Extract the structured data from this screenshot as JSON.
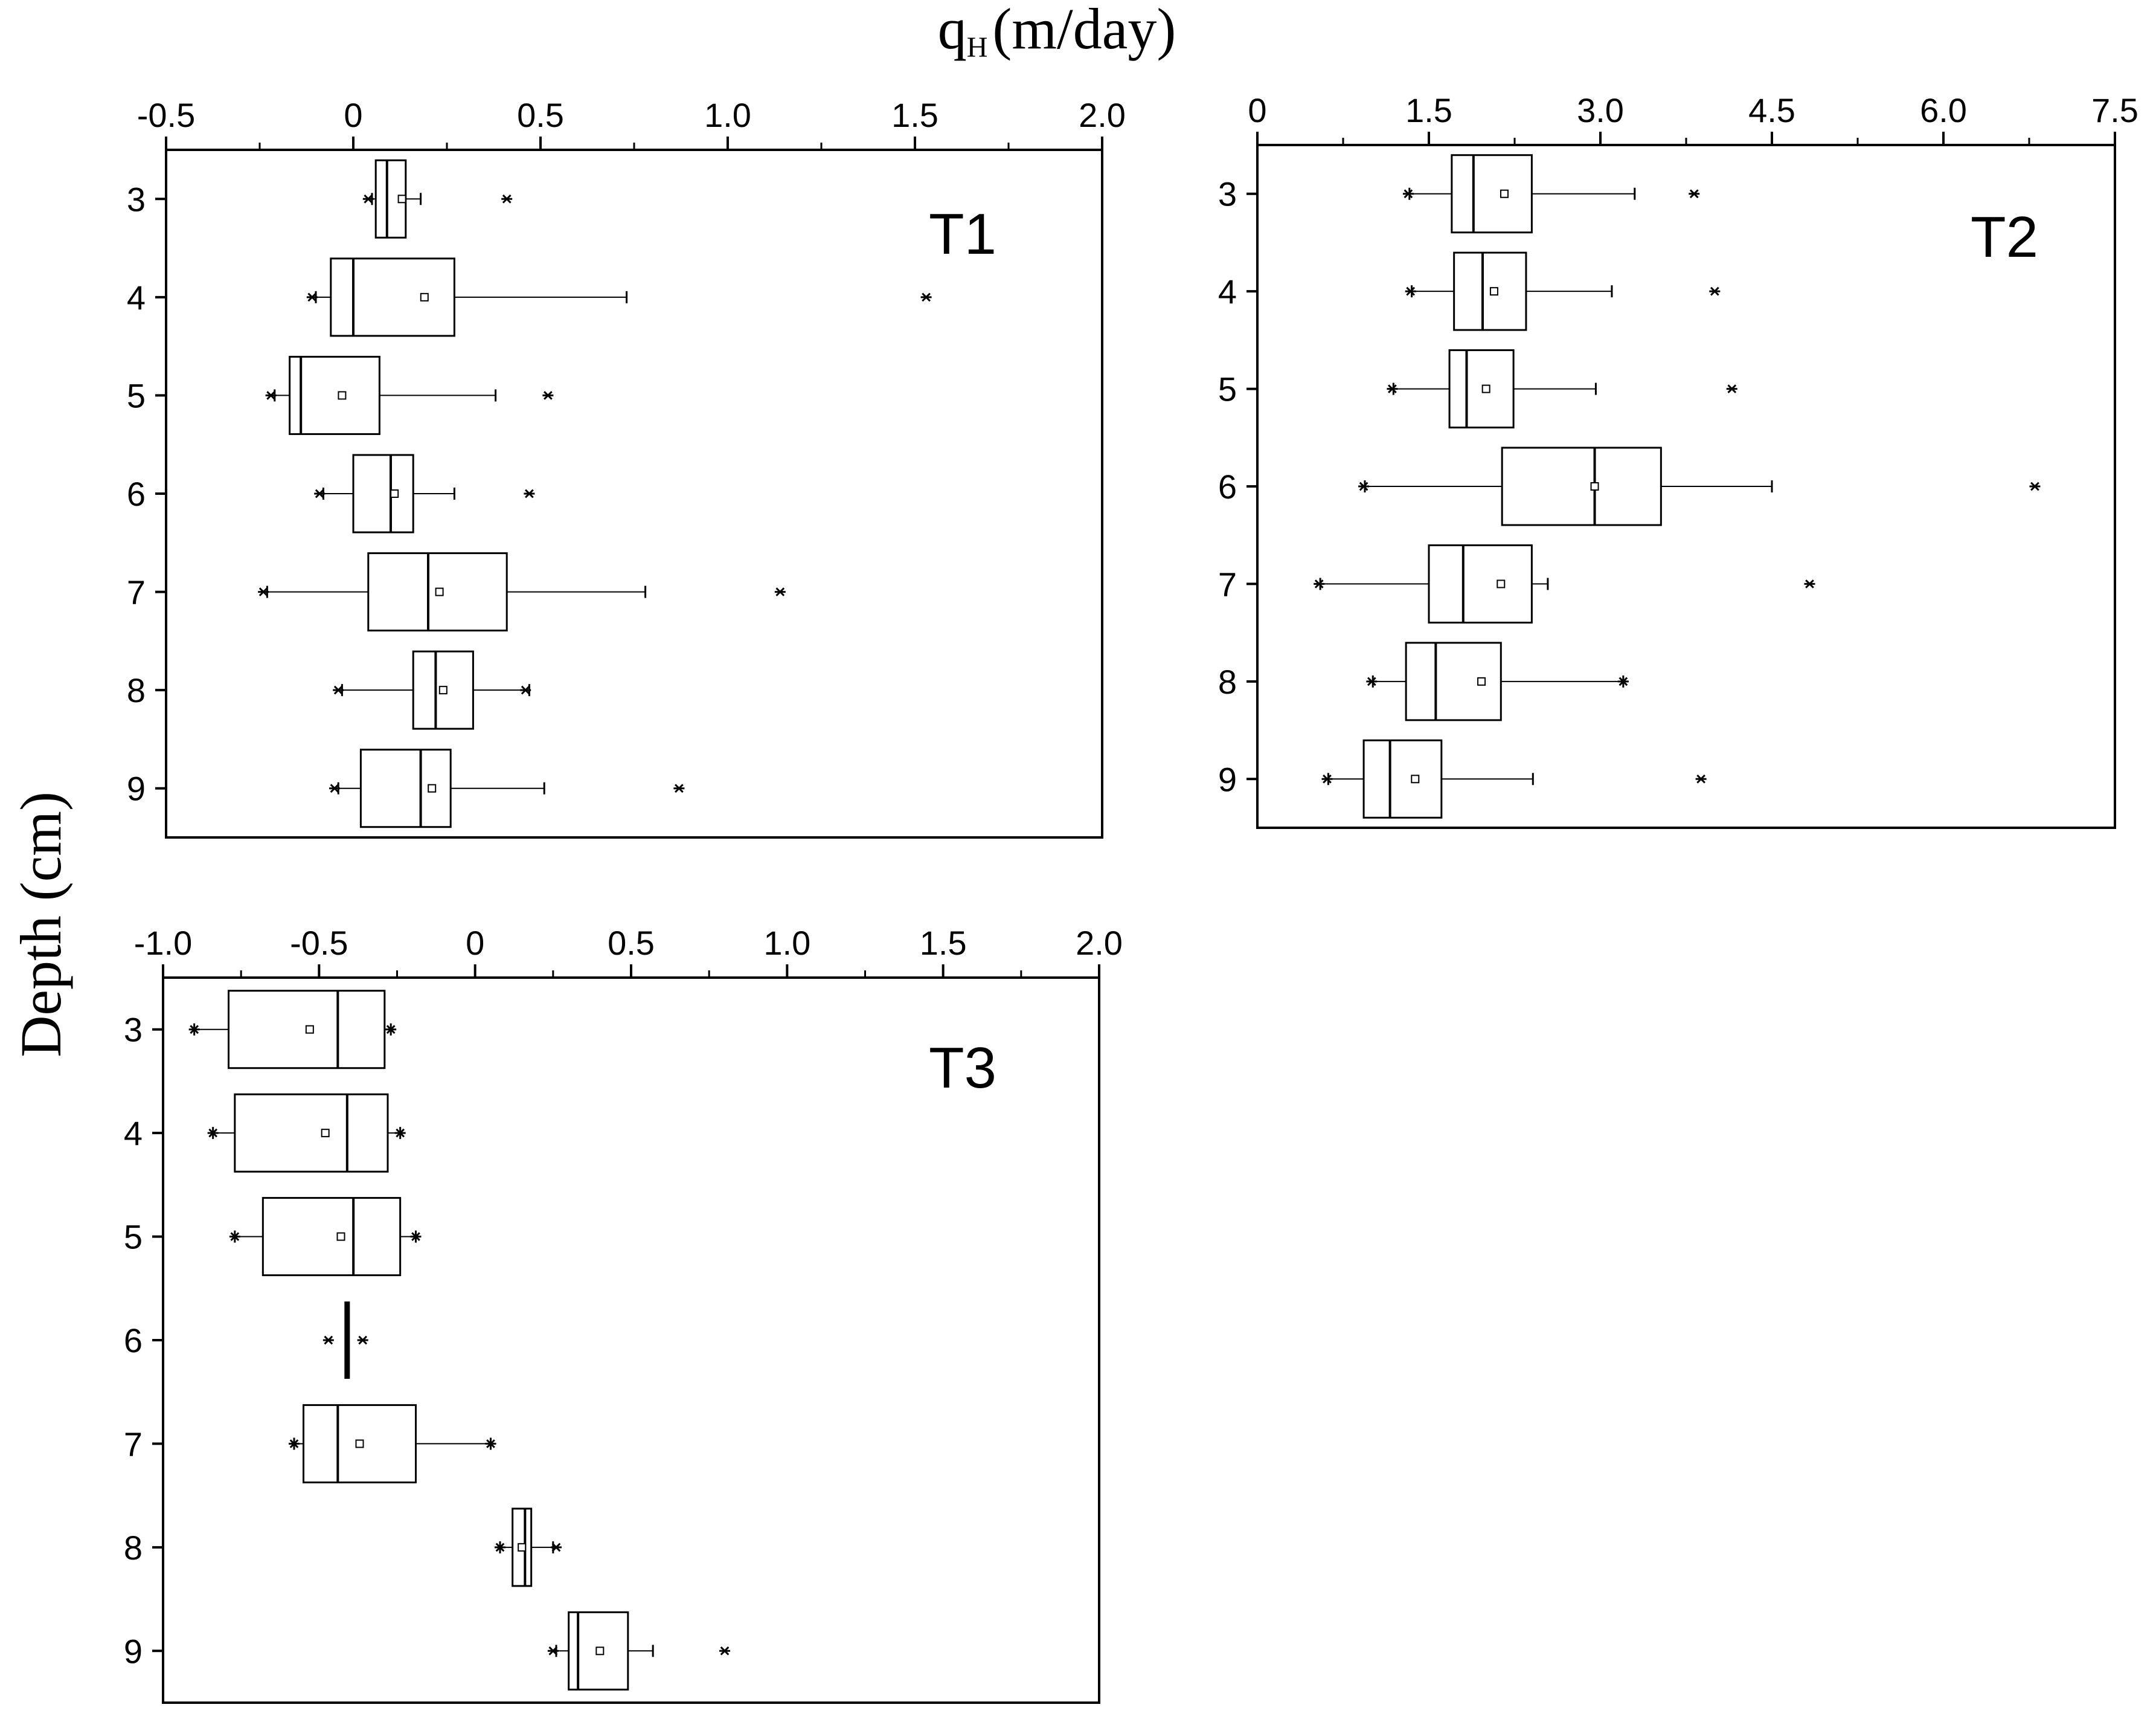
{
  "figure": {
    "xlabel_main": "q",
    "xlabel_sub": "H",
    "xlabel_unit": "(m/day)",
    "ylabel": "Depth (cm)"
  },
  "chart_data": [
    {
      "type": "box",
      "title": "T1",
      "xlabel": "q_H (m/day)",
      "ylabel": "Depth (cm)",
      "orientation": "horizontal",
      "x_range": [
        -0.5,
        2.0
      ],
      "x_ticks": [
        -0.5,
        0,
        0.5,
        1.0,
        1.5,
        2.0
      ],
      "x_tick_labels": [
        "-0.5",
        "0",
        "0.5",
        "1.0",
        "1.5",
        "2.0"
      ],
      "y_range": [
        2.5,
        9.5
      ],
      "categories": [
        "3",
        "4",
        "5",
        "6",
        "7",
        "8",
        "9"
      ],
      "boxes": [
        {
          "depth": 3,
          "whisker_low": 0.05,
          "q1": 0.06,
          "median": 0.09,
          "q3": 0.14,
          "whisker_high": 0.18,
          "mean": 0.13,
          "min_marker": 0.04,
          "max_marker": 0.41
        },
        {
          "depth": 4,
          "whisker_low": -0.1,
          "q1": -0.06,
          "median": 0.0,
          "q3": 0.27,
          "whisker_high": 0.73,
          "mean": 0.19,
          "min_marker": -0.11,
          "max_marker": 1.53
        },
        {
          "depth": 5,
          "whisker_low": -0.21,
          "q1": -0.17,
          "median": -0.14,
          "q3": 0.07,
          "whisker_high": 0.38,
          "mean": -0.03,
          "min_marker": -0.22,
          "max_marker": 0.52
        },
        {
          "depth": 6,
          "whisker_low": -0.08,
          "q1": 0.0,
          "median": 0.1,
          "q3": 0.16,
          "whisker_high": 0.27,
          "mean": 0.11,
          "min_marker": -0.09,
          "max_marker": 0.47
        },
        {
          "depth": 7,
          "whisker_low": -0.23,
          "q1": 0.04,
          "median": 0.2,
          "q3": 0.41,
          "whisker_high": 0.78,
          "mean": 0.23,
          "min_marker": -0.24,
          "max_marker": 1.14
        },
        {
          "depth": 8,
          "whisker_low": -0.03,
          "q1": 0.16,
          "median": 0.22,
          "q3": 0.32,
          "whisker_high": 0.47,
          "mean": 0.24,
          "min_marker": -0.04,
          "max_marker": 0.46
        },
        {
          "depth": 9,
          "whisker_low": -0.04,
          "q1": 0.02,
          "median": 0.18,
          "q3": 0.26,
          "whisker_high": 0.51,
          "mean": 0.21,
          "min_marker": -0.05,
          "max_marker": 0.87
        }
      ]
    },
    {
      "type": "box",
      "title": "T2",
      "xlabel": "q_H (m/day)",
      "ylabel": "Depth (cm)",
      "orientation": "horizontal",
      "x_range": [
        0,
        7.5
      ],
      "x_ticks": [
        0,
        1.5,
        3.0,
        4.5,
        6.0,
        7.5
      ],
      "x_tick_labels": [
        "0",
        "1.5",
        "3.0",
        "4.5",
        "6.0",
        "7.5"
      ],
      "y_range": [
        2.5,
        9.5
      ],
      "categories": [
        "3",
        "4",
        "5",
        "6",
        "7",
        "8",
        "9"
      ],
      "boxes": [
        {
          "depth": 3,
          "whisker_low": 1.33,
          "q1": 1.7,
          "median": 1.89,
          "q3": 2.4,
          "whisker_high": 3.3,
          "mean": 2.16,
          "min_marker": 1.32,
          "max_marker": 3.82
        },
        {
          "depth": 4,
          "whisker_low": 1.35,
          "q1": 1.72,
          "median": 1.97,
          "q3": 2.35,
          "whisker_high": 3.1,
          "mean": 2.07,
          "min_marker": 1.34,
          "max_marker": 4.0
        },
        {
          "depth": 5,
          "whisker_low": 1.19,
          "q1": 1.68,
          "median": 1.83,
          "q3": 2.24,
          "whisker_high": 2.96,
          "mean": 2.0,
          "min_marker": 1.18,
          "max_marker": 4.15
        },
        {
          "depth": 6,
          "whisker_low": 0.94,
          "q1": 2.14,
          "median": 2.95,
          "q3": 3.53,
          "whisker_high": 4.5,
          "mean": 2.95,
          "min_marker": 0.93,
          "max_marker": 6.8
        },
        {
          "depth": 7,
          "whisker_low": 0.55,
          "q1": 1.5,
          "median": 1.8,
          "q3": 2.4,
          "whisker_high": 2.54,
          "mean": 2.13,
          "min_marker": 0.54,
          "max_marker": 4.83
        },
        {
          "depth": 8,
          "whisker_low": 1.01,
          "q1": 1.3,
          "median": 1.56,
          "q3": 2.13,
          "whisker_high": 3.2,
          "mean": 1.96,
          "min_marker": 1.0,
          "max_marker": 3.2
        },
        {
          "depth": 9,
          "whisker_low": 0.62,
          "q1": 0.93,
          "median": 1.16,
          "q3": 1.61,
          "whisker_high": 2.41,
          "mean": 1.38,
          "min_marker": 0.61,
          "max_marker": 3.88
        }
      ]
    },
    {
      "type": "box",
      "title": "T3",
      "xlabel": "q_H (m/day)",
      "ylabel": "Depth (cm)",
      "orientation": "horizontal",
      "x_range": [
        -1.0,
        2.0
      ],
      "x_ticks": [
        -1.0,
        -0.5,
        0,
        0.5,
        1.0,
        1.5,
        2.0
      ],
      "x_tick_labels": [
        "-1.0",
        "-0.5",
        "0",
        "0.5",
        "1.0",
        "1.5",
        "2.0"
      ],
      "y_range": [
        2.5,
        9.5
      ],
      "categories": [
        "3",
        "4",
        "5",
        "6",
        "7",
        "8",
        "9"
      ],
      "boxes": [
        {
          "depth": 3,
          "whisker_low": -0.9,
          "q1": -0.79,
          "median": -0.44,
          "q3": -0.29,
          "whisker_high": -0.27,
          "mean": -0.53,
          "min_marker": -0.9,
          "max_marker": -0.27
        },
        {
          "depth": 4,
          "whisker_low": -0.84,
          "q1": -0.77,
          "median": -0.41,
          "q3": -0.28,
          "whisker_high": -0.24,
          "mean": -0.48,
          "min_marker": -0.84,
          "max_marker": -0.24
        },
        {
          "depth": 5,
          "whisker_low": -0.77,
          "q1": -0.68,
          "median": -0.39,
          "q3": -0.24,
          "whisker_high": -0.19,
          "mean": -0.43,
          "min_marker": -0.77,
          "max_marker": -0.19
        },
        {
          "depth": 6,
          "whisker_low": -0.45,
          "q1": -0.41,
          "median": -0.41,
          "q3": -0.41,
          "whisker_high": -0.37,
          "mean": -0.4,
          "min_marker": -0.47,
          "max_marker": -0.36
        },
        {
          "depth": 7,
          "whisker_low": -0.58,
          "q1": -0.55,
          "median": -0.44,
          "q3": -0.19,
          "whisker_high": 0.05,
          "mean": -0.37,
          "min_marker": -0.58,
          "max_marker": 0.05
        },
        {
          "depth": 8,
          "whisker_low": 0.08,
          "q1": 0.12,
          "median": 0.16,
          "q3": 0.18,
          "whisker_high": 0.25,
          "mean": 0.15,
          "min_marker": 0.08,
          "max_marker": 0.26
        },
        {
          "depth": 9,
          "whisker_low": 0.26,
          "q1": 0.3,
          "median": 0.33,
          "q3": 0.49,
          "whisker_high": 0.57,
          "mean": 0.4,
          "min_marker": 0.25,
          "max_marker": 0.8
        }
      ]
    }
  ]
}
